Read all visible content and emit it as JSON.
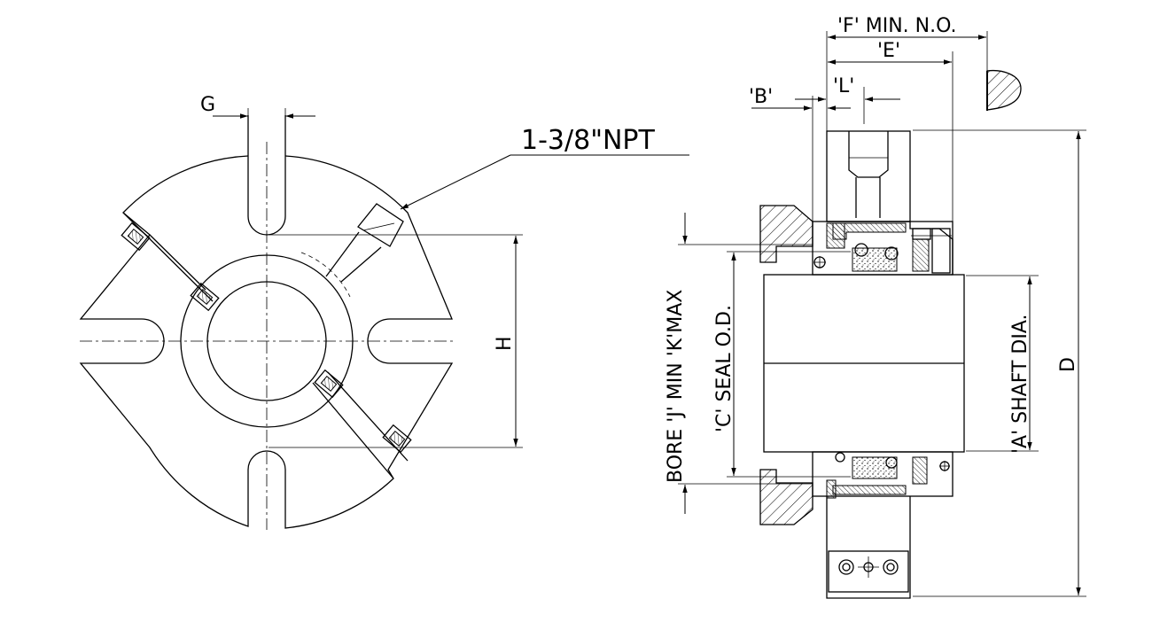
{
  "front_view": {
    "labels": {
      "g": "G",
      "h": "H",
      "npt": "1-3/8\"NPT"
    }
  },
  "section_view": {
    "labels": {
      "f": "'F' MIN. N.O.",
      "e": "'E'",
      "b": "'B'",
      "l": "'L'",
      "d": "D",
      "bore": "BORE 'J' MIN 'K'MAX",
      "seal_od": "'C' SEAL O.D.",
      "shaft_dia": "'A' SHAFT DIA."
    }
  }
}
